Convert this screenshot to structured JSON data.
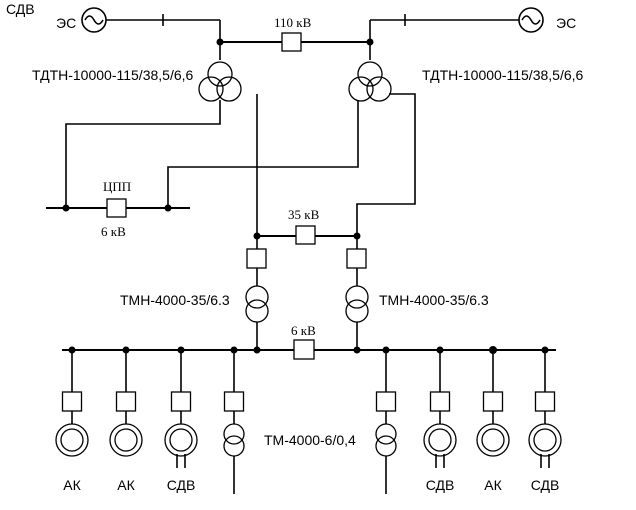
{
  "labels": {
    "corner": "СДВ",
    "source_left": "ЭС",
    "source_right": "ЭС",
    "bus_110": "110 кВ",
    "t1_name": "ТДТН-10000-115/38,5/6,6",
    "t2_name": "ТДТН-10000-115/38,5/6,6",
    "cpp": "ЦПП",
    "cpp_voltage": "6 кВ",
    "bus_35": "35 кВ",
    "t3_name": "ТМН-4000-35/6.3",
    "t4_name": "ТМН-4000-35/6.3",
    "bus_6": "6 кВ",
    "tm_name": "ТМ-4000-6/0,4"
  },
  "feeders": [
    {
      "type": "motor",
      "label": "АК"
    },
    {
      "type": "motor",
      "label": "АК"
    },
    {
      "type": "motor-sdv",
      "label": "СДВ"
    },
    {
      "type": "transformer",
      "label": ""
    },
    {
      "type": "transformer",
      "label": ""
    },
    {
      "type": "motor-sdv",
      "label": "СДВ"
    },
    {
      "type": "motor",
      "label": "АК"
    },
    {
      "type": "motor-sdv",
      "label": "СДВ"
    }
  ]
}
